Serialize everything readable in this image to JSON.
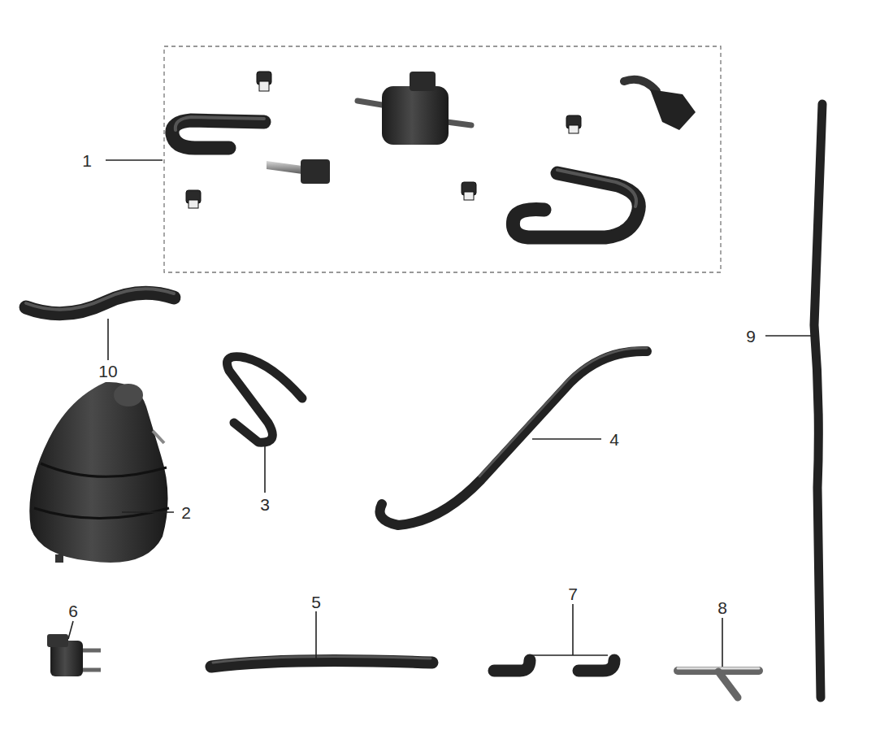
{
  "diagram": {
    "labels": [
      "1",
      "9",
      "10",
      "4",
      "2",
      "3",
      "7",
      "8",
      "6",
      "5"
    ]
  }
}
